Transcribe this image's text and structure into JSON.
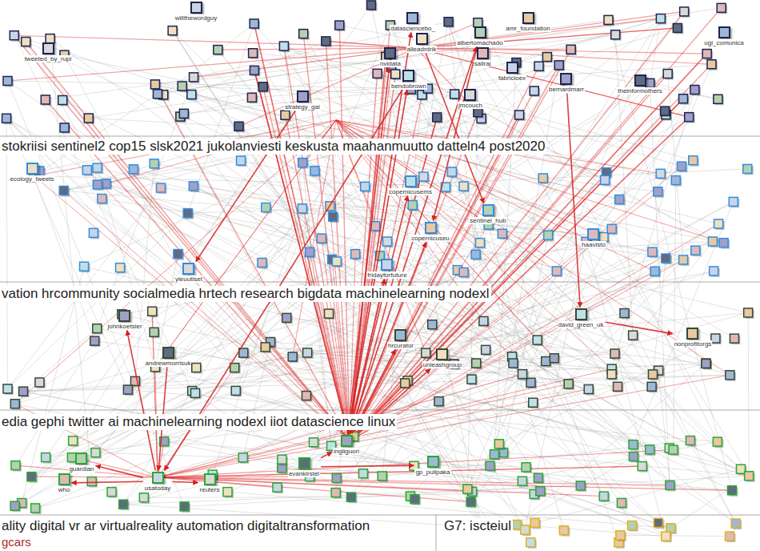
{
  "diagram": {
    "nodes": [
      {
        "text": [
          "willthewordguy"
        ]
      },
      {
        "text": [
          "tweeted_by_rupi"
        ]
      },
      {
        "text": [
          "strategy_gal"
        ]
      },
      {
        "text": [
          "nvidata"
        ]
      },
      {
        "text": [
          "datasciencebo_"
        ]
      },
      {
        "text": [
          "alleadrdrik"
        ]
      },
      {
        "text": [
          "bendobrown"
        ]
      },
      {
        "text": [
          "amr_foundation"
        ]
      },
      {
        "text": [
          "albertomachado"
        ]
      },
      {
        "text": [
          "sailraj"
        ]
      },
      {
        "text": [
          "fabricioex"
        ]
      },
      {
        "text": [
          "jmcouch"
        ]
      },
      {
        "text": [
          "bernardmarr"
        ]
      },
      {
        "text": [
          "theinformothers"
        ]
      },
      {
        "text": [
          "ugi_comunica"
        ]
      },
      {
        "text": [
          "ecology_tweets"
        ]
      },
      {
        "text": [
          "copernicusems"
        ]
      },
      {
        "text": [
          "copernicuseu"
        ]
      },
      {
        "text": [
          "sentinel_hub"
        ]
      },
      {
        "text": [
          "haavisto"
        ]
      },
      {
        "text": [
          "fridayforfuture"
        ]
      },
      {
        "text": [
          "yleuutiset"
        ]
      },
      {
        "text": [
          "johnkoetsier"
        ]
      },
      {
        "text": [
          "andrewmorrisuk"
        ]
      },
      {
        "text": [
          "hrcurator"
        ]
      },
      {
        "text": [
          "unleashgroup"
        ]
      },
      {
        "text": [
          "david_green_uk"
        ]
      },
      {
        "text": [
          "nonprofitorgs"
        ]
      },
      {
        "text": [
          "guardian"
        ]
      },
      {
        "text": [
          "who"
        ]
      },
      {
        "text": [
          "usatoday"
        ]
      },
      {
        "text": [
          "reuters"
        ]
      },
      {
        "text": [
          "ingliguori"
        ]
      },
      {
        "text": [
          "evankirstel"
        ]
      },
      {
        "text": [
          "gp_pulipaka"
        ]
      }
    ],
    "edges": [
      {
        "from": 32,
        "to": 4,
        "arrow": "to"
      },
      {
        "from": 32,
        "to": 8,
        "arrow": "to"
      },
      {
        "from": 32,
        "to": 3,
        "arrow": "to"
      },
      {
        "from": 32,
        "to": 6,
        "arrow": "to"
      },
      {
        "from": 32,
        "to": 16,
        "arrow": "to"
      },
      {
        "from": 32,
        "to": 17,
        "arrow": "to"
      },
      {
        "from": 32,
        "to": 20,
        "arrow": "to"
      },
      {
        "from": 32,
        "to": 24,
        "arrow": "to"
      },
      {
        "from": 32,
        "to": 25,
        "arrow": "to"
      },
      {
        "from": 33,
        "to": 32,
        "arrow": "to"
      },
      {
        "from": 33,
        "to": 34,
        "arrow": "to"
      },
      {
        "from": 30,
        "to": 28,
        "arrow": "to"
      },
      {
        "from": 30,
        "to": 29,
        "arrow": "to"
      },
      {
        "from": 30,
        "to": 31,
        "arrow": "to"
      },
      {
        "from": 30,
        "to": 22,
        "arrow": "to"
      },
      {
        "from": 6,
        "to": 30,
        "arrow": "to"
      },
      {
        "from": 2,
        "to": 21,
        "arrow": "to"
      },
      {
        "from": 8,
        "to": 17,
        "arrow": "to"
      },
      {
        "from": 12,
        "to": 26,
        "arrow": "to"
      },
      {
        "from": 26,
        "to": 27,
        "arrow": "to"
      },
      {
        "from": 23,
        "to": 30,
        "arrow": "to"
      },
      {
        "from": 5,
        "to": 18,
        "arrow": "to"
      }
    ],
    "labels": [
      "stokriisi sentinel2 cop15 slsk2021 jukolanviesti keskusta maahanmuutto datteln4 post2020",
      "vation hrcommunity socialmedia hrtech research bigdata machinelearning nodexl",
      "edia gephi twitter ai machinelearning nodexl iiot datascience linux",
      "ality digital vr ar virtualreality automation digitaltransformation",
      "G7: iscteiul",
      "gcars"
    ]
  }
}
